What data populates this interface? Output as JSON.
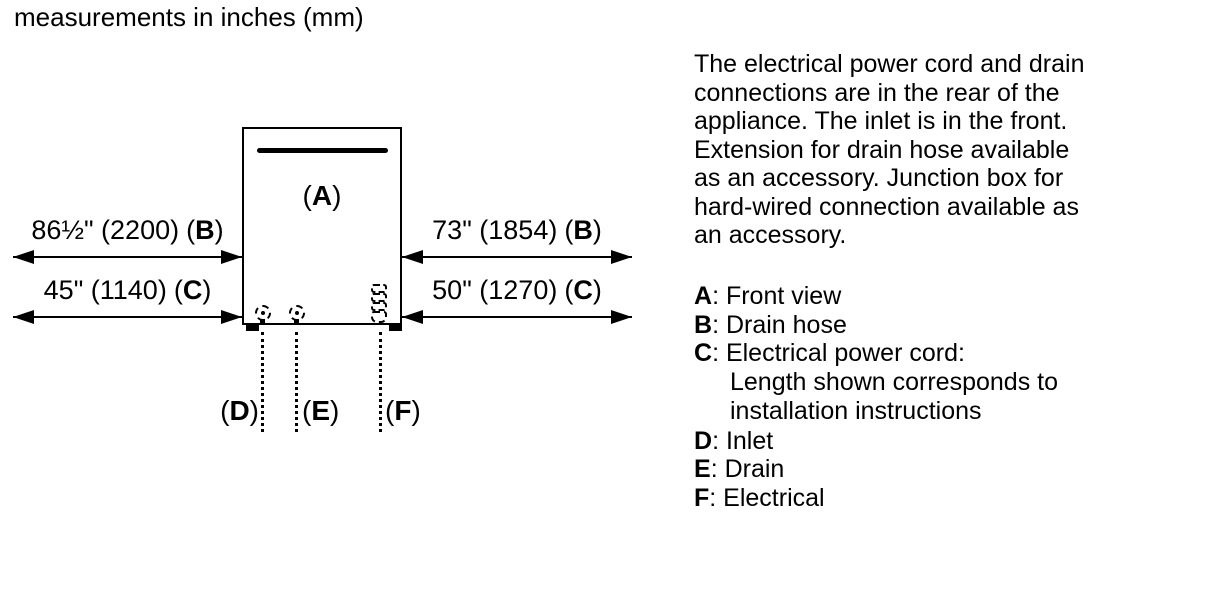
{
  "title": "measurements in inches (mm)",
  "punct": {
    "open": "(",
    "close": ")"
  },
  "colors": {
    "ink": "#000000",
    "background": "#ffffff"
  },
  "diagram": {
    "appliance_label": "A",
    "bottom_labels": [
      {
        "letter": "D"
      },
      {
        "letter": "E"
      },
      {
        "letter": "F"
      }
    ],
    "measurements": {
      "left_b": {
        "value": "86½\" (2200)",
        "tag": "B"
      },
      "right_b": {
        "value": "73\" (1854)",
        "tag": "B"
      },
      "left_c": {
        "value": "45\" (1140)",
        "tag": "C"
      },
      "right_c": {
        "value": "50\" (1270)",
        "tag": "C"
      }
    }
  },
  "note": {
    "lines": [
      "The electrical power cord and drain",
      "connections are in the rear of the",
      "appliance. The inlet is in the front.",
      "Extension for drain hose available",
      "as an accessory. Junction box for",
      "hard-wired connection available as",
      "an accessory."
    ]
  },
  "legend": {
    "items": [
      {
        "letter": "A",
        "rest": ": Front view"
      },
      {
        "letter": "B",
        "rest": ": Drain hose"
      },
      {
        "letter": "C",
        "rest": ": Electrical power cord:"
      },
      {
        "letter": "D",
        "rest": ": Inlet"
      },
      {
        "letter": "E",
        "rest": ": Drain"
      },
      {
        "letter": "F",
        "rest": ": Electrical"
      }
    ],
    "c_extra": [
      "Length shown corresponds to",
      "installation instructions"
    ]
  }
}
